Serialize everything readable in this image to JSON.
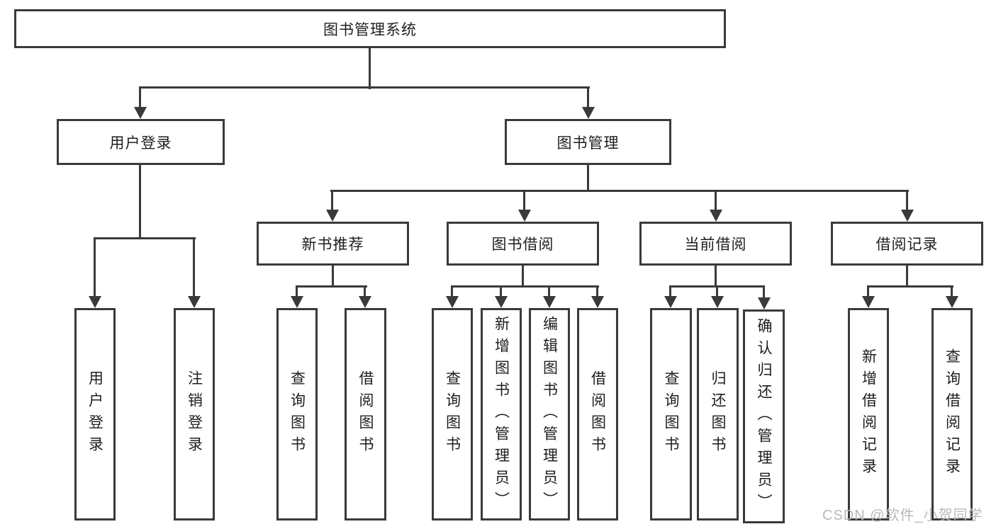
{
  "diagram": {
    "title": "图书管理系统",
    "branches": [
      {
        "label": "用户登录",
        "children": [
          {
            "label": "用户登录"
          },
          {
            "label": "注销登录"
          }
        ]
      },
      {
        "label": "图书管理",
        "children": [
          {
            "label": "新书推荐",
            "children": [
              {
                "label": "查询图书"
              },
              {
                "label": "借阅图书"
              }
            ]
          },
          {
            "label": "图书借阅",
            "children": [
              {
                "label": "查询图书"
              },
              {
                "label": "新增图书（管理员）"
              },
              {
                "label": "编辑图书（管理员）"
              },
              {
                "label": "借阅图书"
              }
            ]
          },
          {
            "label": "当前借阅",
            "children": [
              {
                "label": "查询图书"
              },
              {
                "label": "归还图书"
              },
              {
                "label": "确认归还（管理员）"
              }
            ]
          },
          {
            "label": "借阅记录",
            "children": [
              {
                "label": "新增借阅记录"
              },
              {
                "label": "查询借阅记录"
              }
            ]
          }
        ]
      }
    ]
  },
  "watermark": "CSDN @软件_小贺同学",
  "colors": {
    "line": "#3a3a3a",
    "text": "#1e1e1e",
    "watermark": "#b9b9b9",
    "background": "#ffffff"
  }
}
